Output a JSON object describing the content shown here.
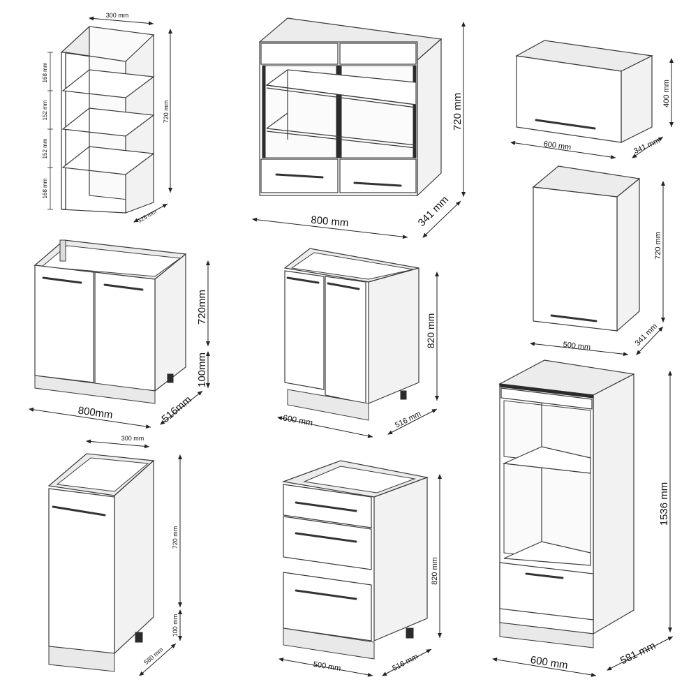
{
  "dimensions": {
    "open_shelf": {
      "width": "300 mm",
      "height": "720 mm",
      "depth": "325 mm",
      "shelf_1": "168 mm",
      "shelf_2": "152 mm",
      "shelf_3": "152 mm",
      "shelf_4": "168 mm"
    },
    "glass_wall_cabinet": {
      "width": "800 mm",
      "height": "720 mm",
      "depth": "341 mm"
    },
    "hood_cabinet": {
      "width": "600 mm",
      "height": "400 mm",
      "depth": "341 mm"
    },
    "wall_cabinet_single": {
      "width": "500 mm",
      "height": "720 mm",
      "depth": "341 mm"
    },
    "sink_base": {
      "width": "800mm",
      "height": "720mm",
      "plinth": "100mm",
      "depth": "516mm"
    },
    "base_double": {
      "width": "600 mm",
      "height": "820 mm",
      "depth": "516 mm"
    },
    "base_single": {
      "width": "300 mm",
      "height": "720 mm",
      "plinth": "100 mm",
      "depth": "580 mm"
    },
    "drawer_base": {
      "width": "500 mm",
      "height": "820 mm",
      "depth": "516 mm"
    },
    "tall_oven": {
      "width": "600 mm",
      "height": "1536 mm",
      "depth": "581 mm"
    }
  },
  "colors": {
    "line": "#3a3a3a",
    "background": "#ffffff",
    "handle": "#333333"
  }
}
